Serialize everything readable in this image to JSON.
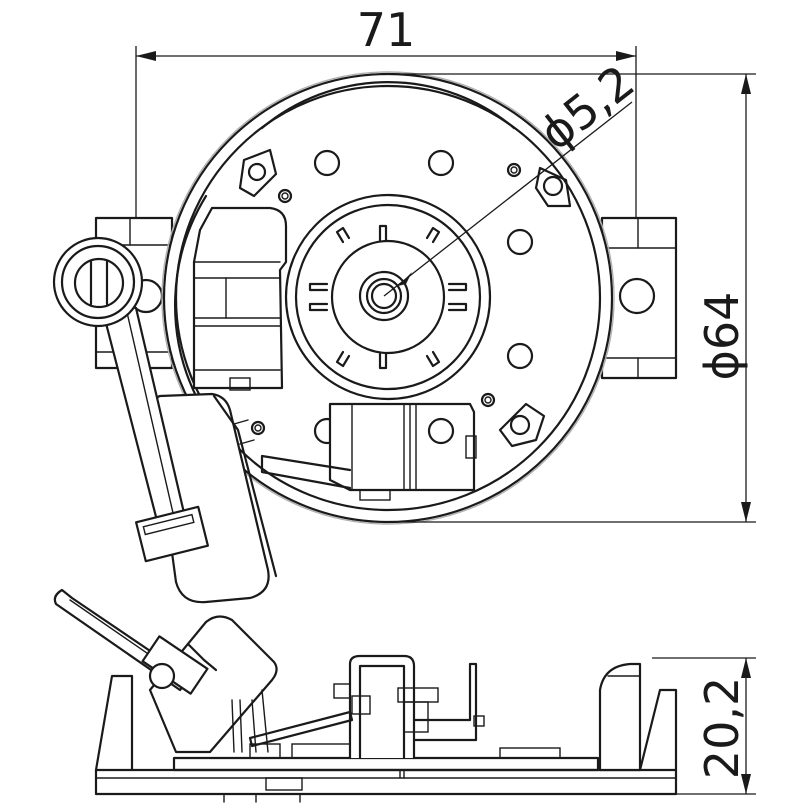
{
  "dimensions": {
    "width_label": "71",
    "hole_label": "ϕ5,2",
    "diameter_label": "ϕ64",
    "height_label": "20,2"
  },
  "colors": {
    "line": "#1a1a1a",
    "background": "#ffffff",
    "hidden_circle": "#b0b0b0"
  }
}
